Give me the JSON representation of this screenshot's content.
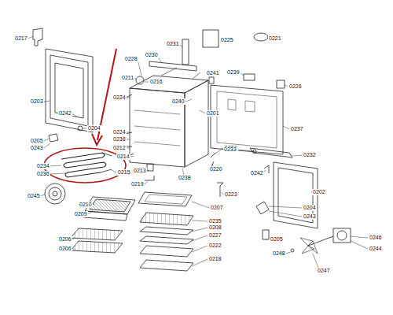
{
  "diagram": {
    "labels": [
      "0217",
      "0203",
      "0242",
      "0205",
      "0204",
      "0243",
      "0234",
      "0236",
      "0215",
      "0245",
      "0210",
      "0209",
      "0206",
      "0206",
      "0228",
      "0211",
      "0224",
      "0216",
      "0224",
      "0238",
      "0212",
      "0214",
      "0213",
      "0219",
      "0238",
      "0230",
      "0231",
      "0225",
      "0221",
      "0241",
      "0239",
      "0226",
      "0201",
      "0240",
      "0237",
      "0229",
      "0220",
      "0232",
      "0233",
      "0242",
      "0202",
      "0223",
      "0207",
      "0235",
      "0208",
      "0227",
      "0222",
      "0218",
      "0204",
      "0243",
      "0205",
      "0246",
      "0244",
      "0248",
      "0247"
    ]
  }
}
